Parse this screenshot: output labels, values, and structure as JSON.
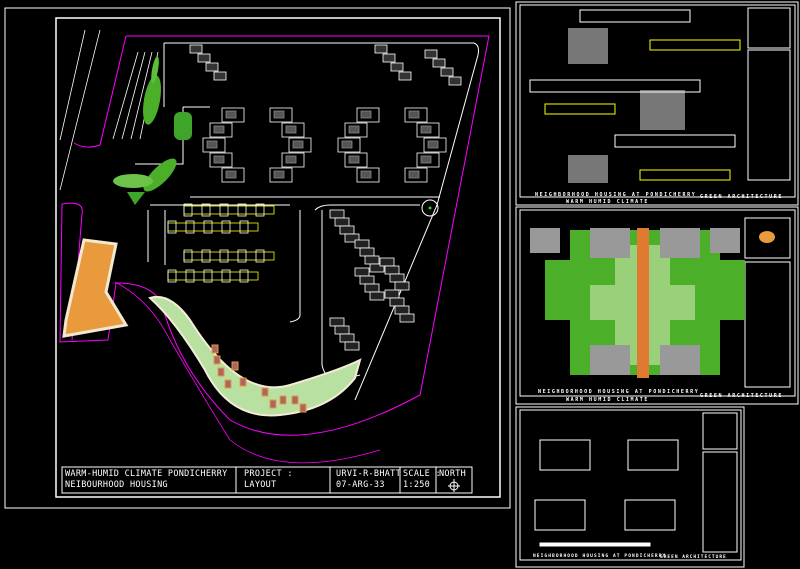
{
  "title_block": {
    "title_line1": "WARM-HUMID CLIMATE PONDICHERRY",
    "title_line2": "NEIBOURHOOD HOUSING",
    "project_label": "PROJECT :",
    "project_value": "LAYOUT",
    "author": "URVI-R-BHATT",
    "author_id": "07-ARG-33",
    "scale_label": "SCALE :",
    "scale_value": "1:250",
    "north_label": "NORTH"
  },
  "sheets": [
    {
      "caption": "NEIGHBORHOOD HOUSING AT PONDICHERRY",
      "subcaption": "WARM HUMID CLIMATE",
      "tag": "GREEN ARCHITECTURE"
    },
    {
      "caption": "NEIGHBORHOOD HOUSING AT PONDICHERRY",
      "subcaption": "WARM HUMID CLIMATE",
      "tag": "GREEN ARCHITECTURE"
    },
    {
      "caption": "NEIGHBORHOOD HOUSING AT PONDICHERRY",
      "tag": "GREEN ARCHITECTURE"
    }
  ],
  "colors": {
    "background": "#000000",
    "line": "#ffffff",
    "boundary": "#ff00ff",
    "green": "#4caf2a",
    "orange": "#e89a3c",
    "yellow": "#ffff00"
  }
}
